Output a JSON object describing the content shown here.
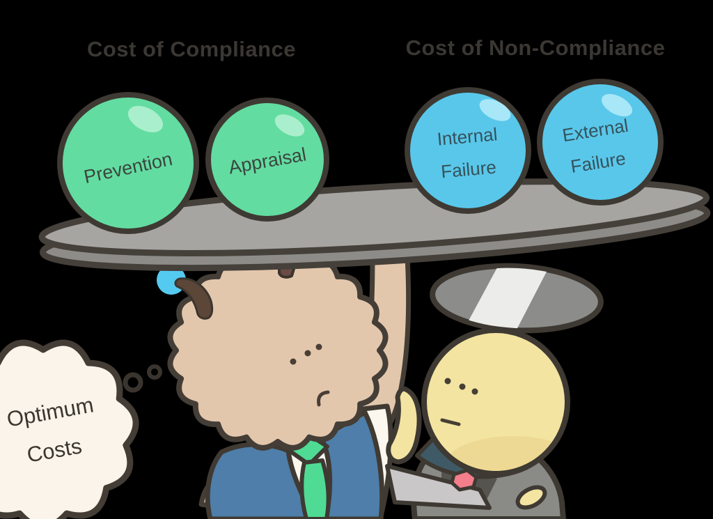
{
  "canvas": {
    "background": "#000000",
    "ink": "#3e3933"
  },
  "titles": {
    "left": {
      "text": "Cost of Compliance",
      "color": "#3b3834"
    },
    "right": {
      "text": "Cost of Non-Compliance",
      "color": "#3b3834"
    }
  },
  "balance": {
    "tray": {
      "surface_color": "#a7a5a2",
      "rim_color": "#8e8c89",
      "outline_color": "#45403a"
    },
    "balls": [
      {
        "name": "prevention",
        "line1": "Prevention",
        "category": "compliance",
        "fill": "#63dca1",
        "highlight": "#aaefcd",
        "text_color": "#3a463f"
      },
      {
        "name": "appraisal",
        "line1": "Appraisal",
        "category": "compliance",
        "fill": "#63dca1",
        "highlight": "#aaefcd",
        "text_color": "#3a463f"
      },
      {
        "name": "internal-failure",
        "line1": "Internal",
        "line2": "Failure",
        "category": "non-compliance",
        "fill": "#59c7ea",
        "highlight": "#a8e7f7",
        "text_color": "#35525c"
      },
      {
        "name": "external-failure",
        "line1": "External",
        "line2": "Failure",
        "category": "non-compliance",
        "fill": "#59c7ea",
        "highlight": "#a8e7f7",
        "text_color": "#35525c"
      }
    ]
  },
  "thought_bubble": {
    "line1": "Optimum",
    "line2": "Costs",
    "fill": "#faf4ea",
    "text_color": "#3a362f",
    "outline": "#433d36"
  },
  "manager": {
    "skin": "#e3c7ac",
    "jacket": "#4e7ea9",
    "shirt": "#fbf7ee",
    "tie": "#4fdb94",
    "sweat_drop": "#55caf1",
    "antenna": "#5c4638",
    "hair_tuft": "#6b4b44",
    "face_ink": "#4a3f35"
  },
  "inspector": {
    "skin": "#f3e4a1",
    "skin_shade": "#edd993",
    "hat": "#8c8c8a",
    "hat_stripe": "#ececea",
    "uniform": "#8a8a86",
    "uniform_shadow": "#56544f",
    "collar": "#3f5a66",
    "badge": "#f47e8b",
    "clipboard": "#c9c7c8",
    "face_ink": "#453f35"
  }
}
